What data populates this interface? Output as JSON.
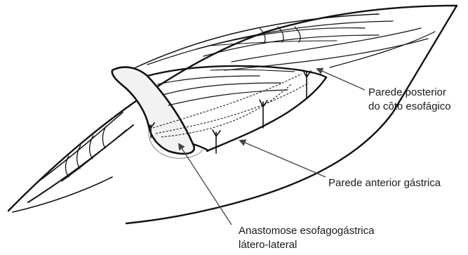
{
  "labels": {
    "posterior": [
      "Parede posterior",
      "do côto esofágico"
    ],
    "anterior": [
      "Parede anterior gástrica"
    ],
    "anastomose": [
      "Anastomose esofagogástrica",
      "látero-lateral"
    ]
  },
  "colors": {
    "stroke": "#111111",
    "arrow": "#555555",
    "cut_surface": "#f2f2f2"
  }
}
